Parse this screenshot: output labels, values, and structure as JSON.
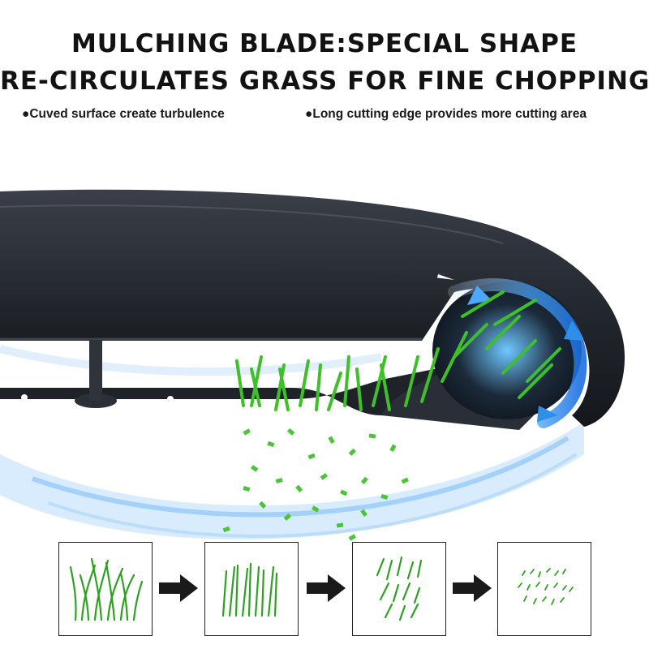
{
  "headline": {
    "line1": "MULCHING BLADE:SPECIAL SHAPE",
    "line2": "RE-CIRCULATES GRASS FOR FINE CHOPPING"
  },
  "features": [
    "●Cuved surface create turbulence",
    "●Long cutting edge provides more cutting area"
  ],
  "colors": {
    "blade": "#20242c",
    "grass": "#3fbf2a",
    "airflow": "#2d8fe8",
    "text": "#121212"
  },
  "process_icons": [
    "tall-grass-icon",
    "cut-grass-icon",
    "chopped-grass-icon",
    "fine-clippings-icon"
  ]
}
